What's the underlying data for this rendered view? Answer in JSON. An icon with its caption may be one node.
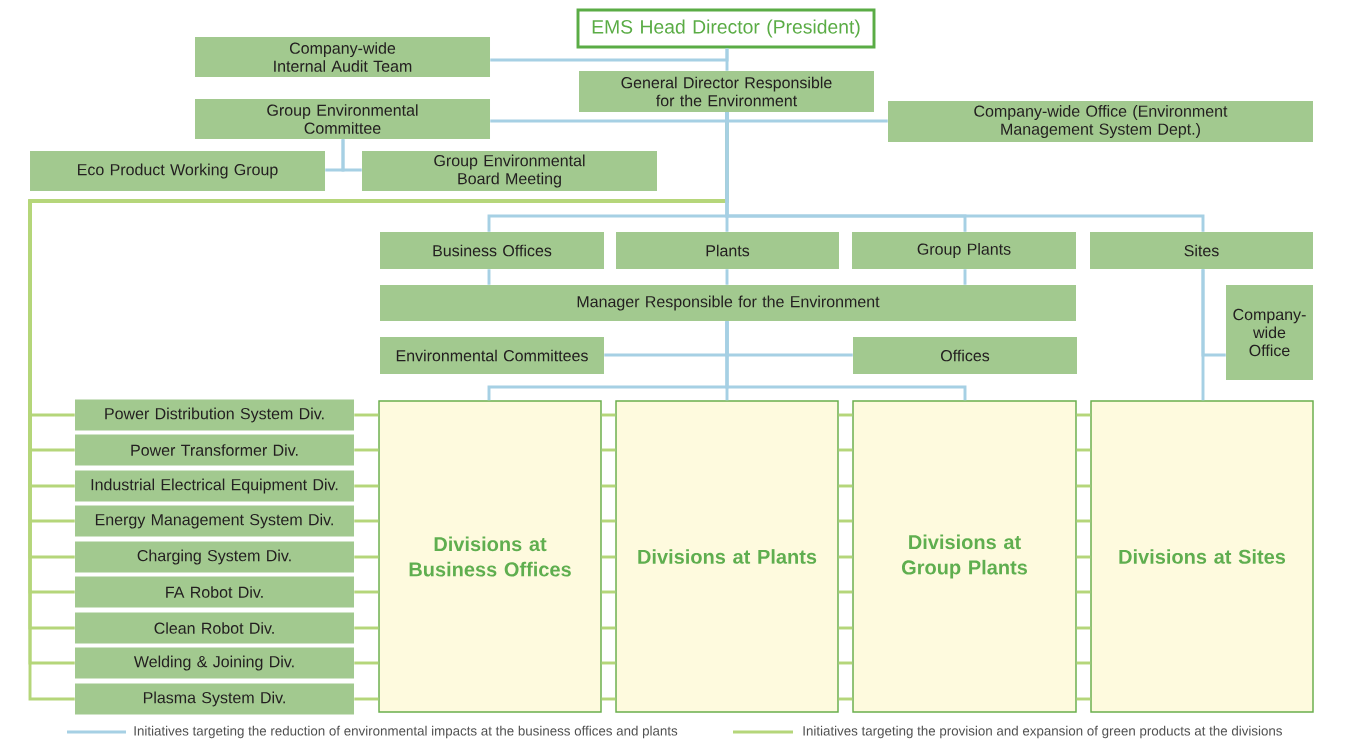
{
  "diagram": {
    "nodes": [
      {
        "text": [
          "EMS Head Director (President)"
        ]
      },
      {
        "text": [
          "Company-wide Internal Audit Team"
        ]
      },
      {
        "text": [
          "General Director Responsible for the Environment"
        ]
      },
      {
        "text": [
          "Group Environmental Committee"
        ]
      },
      {
        "text": [
          "Company-wide Office (Environment Management System Dept.)"
        ]
      },
      {
        "text": [
          "Eco Product Working Group"
        ]
      },
      {
        "text": [
          "Group Environmental Board Meeting"
        ]
      },
      {
        "text": [
          "Business Offices"
        ]
      },
      {
        "text": [
          "Plants"
        ]
      },
      {
        "text": [
          "Group Plants"
        ]
      },
      {
        "text": [
          "Sites"
        ]
      },
      {
        "text": [
          "Manager Responsible for the Environment"
        ]
      },
      {
        "text": [
          "Environmental Committees"
        ]
      },
      {
        "text": [
          "Offices"
        ]
      },
      {
        "text": [
          "Company-wide Office"
        ]
      },
      {
        "text": [
          "Divisions at Business Offices"
        ]
      },
      {
        "text": [
          "Divisions at Plants"
        ]
      },
      {
        "text": [
          "Divisions at Group Plants"
        ]
      },
      {
        "text": [
          "Divisions at Sites"
        ]
      },
      {
        "text": [
          "Power Distribution System Div."
        ]
      },
      {
        "text": [
          "Power Transformer Div."
        ]
      },
      {
        "text": [
          "Industrial Electrical Equipment Div."
        ]
      },
      {
        "text": [
          "Energy Management System Div."
        ]
      },
      {
        "text": [
          "Charging System Div."
        ]
      },
      {
        "text": [
          "FA Robot Div."
        ]
      },
      {
        "text": [
          "Clean Robot Div."
        ]
      },
      {
        "text": [
          "Welding & Joining Div."
        ]
      },
      {
        "text": [
          "Plasma System Div."
        ]
      }
    ],
    "edges": [
      {
        "from": 0,
        "to": 1,
        "arrow": "none",
        "color": "#a6d0e4"
      },
      {
        "from": 0,
        "to": 2,
        "arrow": "none",
        "color": "#a6d0e4"
      },
      {
        "from": 2,
        "to": 3,
        "arrow": "none",
        "color": "#a6d0e4"
      },
      {
        "from": 2,
        "to": 4,
        "arrow": "none",
        "color": "#a6d0e4"
      },
      {
        "from": 3,
        "to": 5,
        "arrow": "none",
        "color": "#a6d0e4"
      },
      {
        "from": 3,
        "to": 6,
        "arrow": "none",
        "color": "#a6d0e4"
      },
      {
        "from": 2,
        "to": 7,
        "arrow": "none",
        "color": "#a6d0e4"
      },
      {
        "from": 2,
        "to": 8,
        "arrow": "none",
        "color": "#a6d0e4"
      },
      {
        "from": 2,
        "to": 9,
        "arrow": "none",
        "color": "#a6d0e4"
      },
      {
        "from": 2,
        "to": 10,
        "arrow": "none",
        "color": "#a6d0e4"
      },
      {
        "from": 7,
        "to": 11,
        "arrow": "none",
        "color": "#a6d0e4"
      },
      {
        "from": 8,
        "to": 11,
        "arrow": "none",
        "color": "#a6d0e4"
      },
      {
        "from": 9,
        "to": 11,
        "arrow": "none",
        "color": "#a6d0e4"
      },
      {
        "from": 11,
        "to": 12,
        "arrow": "none",
        "color": "#a6d0e4"
      },
      {
        "from": 11,
        "to": 13,
        "arrow": "none",
        "color": "#a6d0e4"
      },
      {
        "from": 11,
        "to": 15,
        "arrow": "none",
        "color": "#a6d0e4"
      },
      {
        "from": 11,
        "to": 16,
        "arrow": "none",
        "color": "#a6d0e4"
      },
      {
        "from": 11,
        "to": 17,
        "arrow": "none",
        "color": "#a6d0e4"
      },
      {
        "from": 10,
        "to": 14,
        "arrow": "none",
        "color": "#a6d0e4"
      },
      {
        "from": 10,
        "to": 18,
        "arrow": "none",
        "color": "#a6d0e4"
      },
      {
        "from": 2,
        "to": 19,
        "arrow": "none"
      },
      {
        "from": 2,
        "to": 20,
        "arrow": "none"
      },
      {
        "from": 2,
        "to": 21,
        "arrow": "none"
      },
      {
        "from": 2,
        "to": 22,
        "arrow": "none"
      },
      {
        "from": 2,
        "to": 23,
        "arrow": "none"
      },
      {
        "from": 2,
        "to": 24,
        "arrow": "none"
      },
      {
        "from": 2,
        "to": 25,
        "arrow": "none"
      },
      {
        "from": 2,
        "to": 26,
        "arrow": "none"
      },
      {
        "from": 2,
        "to": 27,
        "arrow": "none"
      },
      {
        "from": 19,
        "to": 15,
        "arrow": "none"
      },
      {
        "from": 20,
        "to": 15,
        "arrow": "none"
      },
      {
        "from": 21,
        "to": 15,
        "arrow": "none"
      },
      {
        "from": 22,
        "to": 15,
        "arrow": "none"
      },
      {
        "from": 23,
        "to": 15,
        "arrow": "none"
      },
      {
        "from": 24,
        "to": 15,
        "arrow": "none"
      },
      {
        "from": 25,
        "to": 15,
        "arrow": "none"
      },
      {
        "from": 26,
        "to": 15,
        "arrow": "none"
      },
      {
        "from": 27,
        "to": 15,
        "arrow": "none"
      },
      {
        "from": 15,
        "to": 16,
        "arrow": "none"
      },
      {
        "from": 15,
        "to": 16,
        "arrow": "none"
      },
      {
        "from": 15,
        "to": 16,
        "arrow": "none"
      },
      {
        "from": 15,
        "to": 16,
        "arrow": "none"
      },
      {
        "from": 15,
        "to": 16,
        "arrow": "none"
      },
      {
        "from": 15,
        "to": 16,
        "arrow": "none"
      },
      {
        "from": 15,
        "to": 16,
        "arrow": "none"
      },
      {
        "from": 15,
        "to": 16,
        "arrow": "none"
      },
      {
        "from": 15,
        "to": 16,
        "arrow": "none"
      },
      {
        "from": 16,
        "to": 17,
        "arrow": "none"
      },
      {
        "from": 16,
        "to": 17,
        "arrow": "none"
      },
      {
        "from": 16,
        "to": 17,
        "arrow": "none"
      },
      {
        "from": 16,
        "to": 17,
        "arrow": "none"
      },
      {
        "from": 16,
        "to": 17,
        "arrow": "none"
      },
      {
        "from": 16,
        "to": 17,
        "arrow": "none"
      },
      {
        "from": 16,
        "to": 17,
        "arrow": "none"
      },
      {
        "from": 16,
        "to": 17,
        "arrow": "none"
      },
      {
        "from": 16,
        "to": 17,
        "arrow": "none"
      },
      {
        "from": 17,
        "to": 18,
        "arrow": "none"
      },
      {
        "from": 17,
        "to": 18,
        "arrow": "none"
      },
      {
        "from": 17,
        "to": 18,
        "arrow": "none"
      },
      {
        "from": 17,
        "to": 18,
        "arrow": "none"
      },
      {
        "from": 17,
        "to": 18,
        "arrow": "none"
      },
      {
        "from": 17,
        "to": 18,
        "arrow": "none"
      },
      {
        "from": 17,
        "to": 18,
        "arrow": "none"
      },
      {
        "from": 17,
        "to": 18,
        "arrow": "none"
      },
      {
        "from": 17,
        "to": 18,
        "arrow": "none"
      }
    ],
    "legend": [
      {
        "text": "Initiatives targeting the reduction of environmental impacts at the business offices and plants"
      },
      {
        "text": "Initiatives targeting the provision and expansion of green products at the divisions"
      }
    ]
  }
}
